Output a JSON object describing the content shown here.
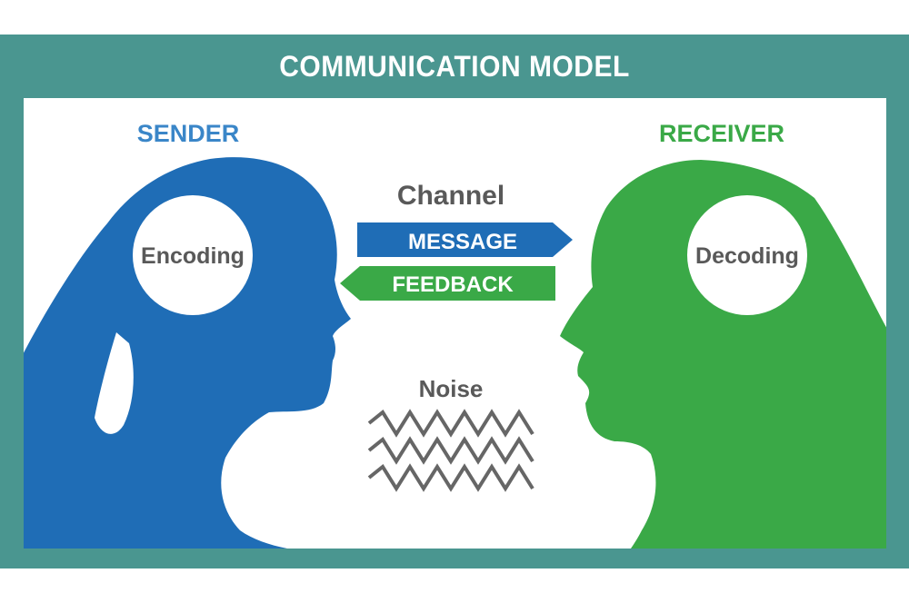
{
  "title": "COMMUNICATION MODEL",
  "sender": {
    "label": "SENDER",
    "process": "Encoding"
  },
  "receiver": {
    "label": "RECEIVER",
    "process": "Decoding"
  },
  "channel": {
    "label": "Channel",
    "message": "MESSAGE",
    "feedback": "FEEDBACK"
  },
  "noise": {
    "label": "Noise"
  },
  "colors": {
    "frame": "#4a9690",
    "sender": "#1f6db6",
    "sender_label": "#3a86c8",
    "receiver": "#3aa947",
    "text_gray": "#595959",
    "noise_line": "#666666"
  }
}
